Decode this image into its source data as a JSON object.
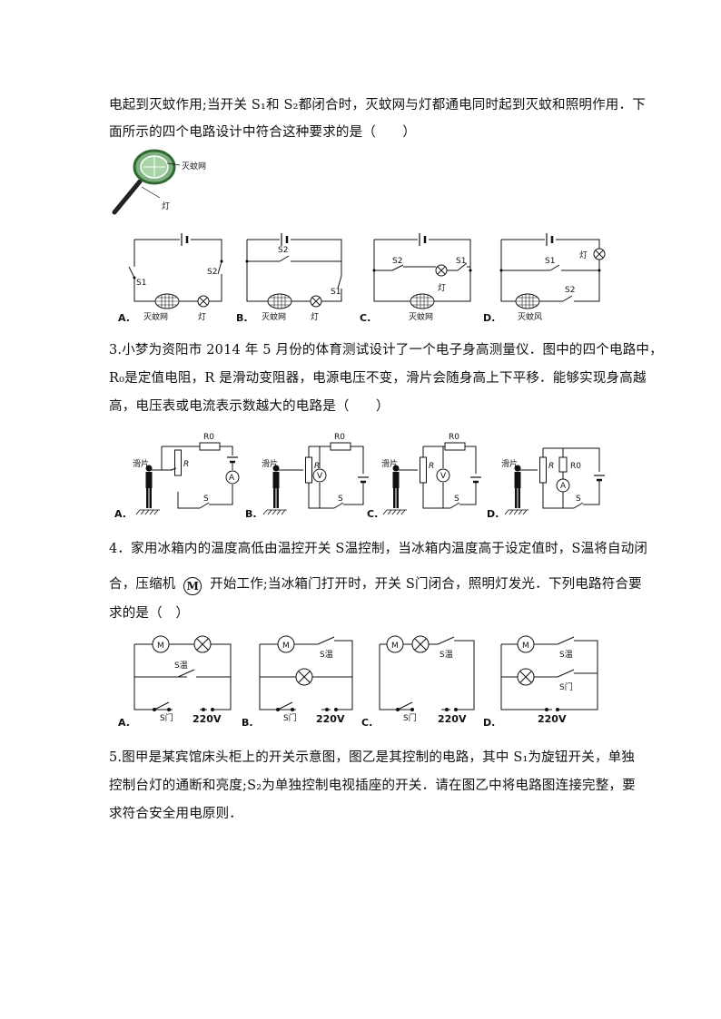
{
  "q2": {
    "line1": "电起到灭蚊作用;当开关 S₁和 S₂都闭合时，灭蚊网与灯都通电同时起到灭蚊和照明作用．下",
    "line2": "面所示的四个电路设计中符合这种要求的是（　　）",
    "racket_net_label": "灭蚊网",
    "racket_lamp_label": "灯",
    "options": [
      "A.",
      "B.",
      "C.",
      "D."
    ],
    "net_label": "灭蚊网",
    "net_label_d": "灭蚊风",
    "lamp_label": "灯",
    "s1": "S1",
    "s2": "S2"
  },
  "q3": {
    "line1": "3.小梦为资阳市 2014 年 5 月份的体育测试设计了一个电子身高测量仪．图中的四个电路中，",
    "line2": "R₀是定值电阻，R 是滑动变阻器，电源电压不变，滑片会随身高上下平移．能够实现身高越",
    "line3": "高，电压表或电流表示数越大的电路是（　　）",
    "slider_label": "滑片",
    "r_label": "R",
    "r0_label": "R0",
    "s_label": "S",
    "ammeter": "A",
    "voltmeter": "V",
    "options": [
      "A.",
      "B.",
      "C.",
      "D."
    ]
  },
  "q4": {
    "line1": "4．家用冰箱内的温度高低由温控开关 S温控制，当冰箱内温度高于设定值时，S温将自动闭",
    "line2a": "合，压缩机",
    "motor_symbol": "M",
    "line2b": "开始工作;当冰箱门打开时，开关 S门闭合，照明灯发光．下列电路符合要",
    "line3": "求的是（　）",
    "s_temp": "S温",
    "s_door": "S门",
    "voltage": "220V",
    "options": [
      "A.",
      "B.",
      "C.",
      "D."
    ]
  },
  "q5": {
    "line1": "5.图甲是某宾馆床头柜上的开关示意图，图乙是其控制的电路，其中 S₁为旋钮开关，单独",
    "line2": "控制台灯的通断和亮度;S₂为单独控制电视插座的开关．请在图乙中将电路图连接完整，要",
    "line3": "求符合安全用电原则．"
  }
}
